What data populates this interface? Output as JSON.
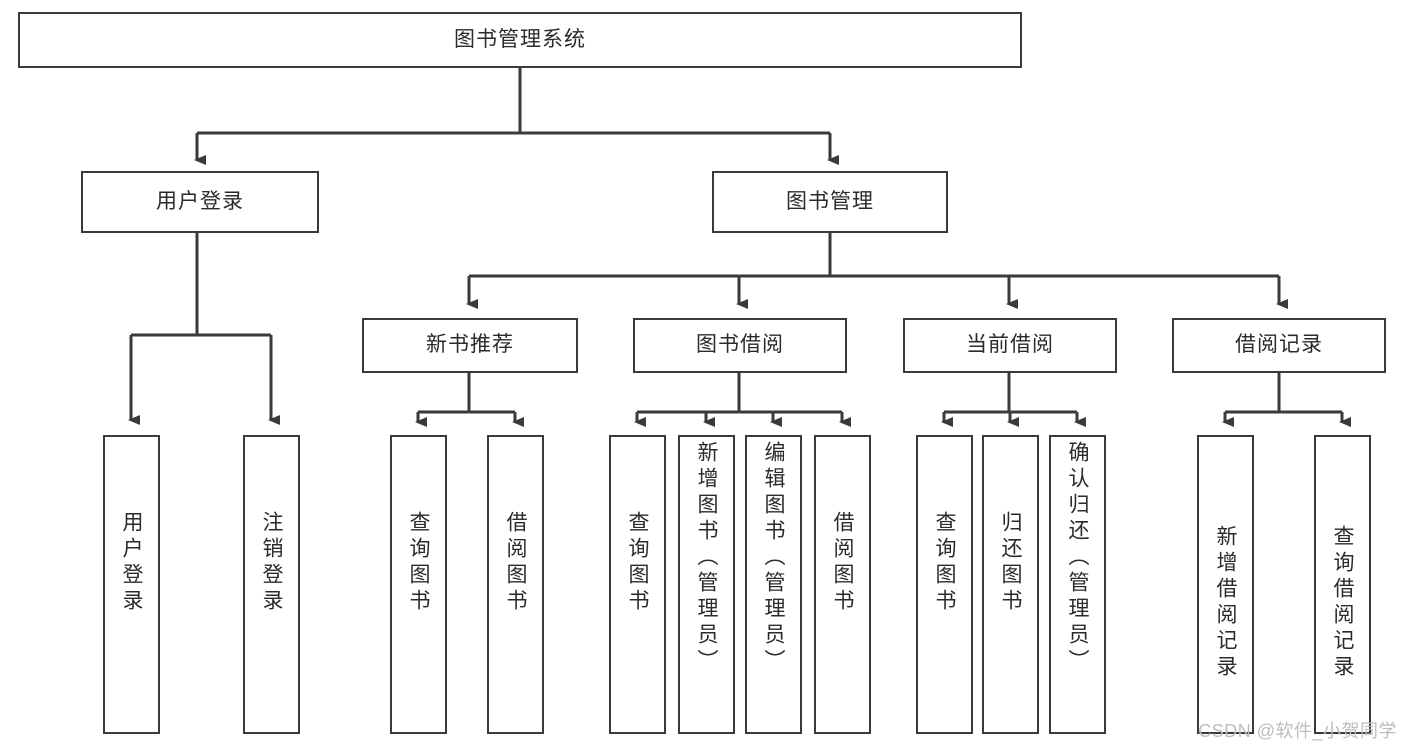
{
  "diagram": {
    "title": "图书管理系统",
    "type": "tree-hierarchy",
    "watermark": "CSDN @软件_小贺同学",
    "colors": {
      "background": "#ffffff",
      "box_border": "#3a3a3a",
      "box_fill": "#ffffff",
      "text": "#2b2b2b",
      "edge": "#3a3a3a",
      "watermark": "#bdbdbd"
    },
    "root": {
      "label": "图书管理系统"
    },
    "level2": [
      {
        "label": "用户登录"
      },
      {
        "label": "图书管理"
      }
    ],
    "level3": [
      {
        "label": "新书推荐"
      },
      {
        "label": "图书借阅"
      },
      {
        "label": "当前借阅"
      },
      {
        "label": "借阅记录"
      }
    ],
    "leaves": {
      "user_login": [
        {
          "label": "用户登录"
        },
        {
          "label": "注销登录"
        }
      ],
      "new_book_recommend": [
        {
          "label": "查询图书"
        },
        {
          "label": "借阅图书"
        }
      ],
      "book_borrow": [
        {
          "label": "查询图书"
        },
        {
          "label": "新增图书（管理员）"
        },
        {
          "label": "编辑图书（管理员）"
        },
        {
          "label": "借阅图书"
        }
      ],
      "current_borrow": [
        {
          "label": "查询图书"
        },
        {
          "label": "归还图书"
        },
        {
          "label": "确认归还（管理员）"
        }
      ],
      "borrow_record": [
        {
          "label": "新增借阅记录"
        },
        {
          "label": "查询借阅记录"
        }
      ]
    }
  }
}
